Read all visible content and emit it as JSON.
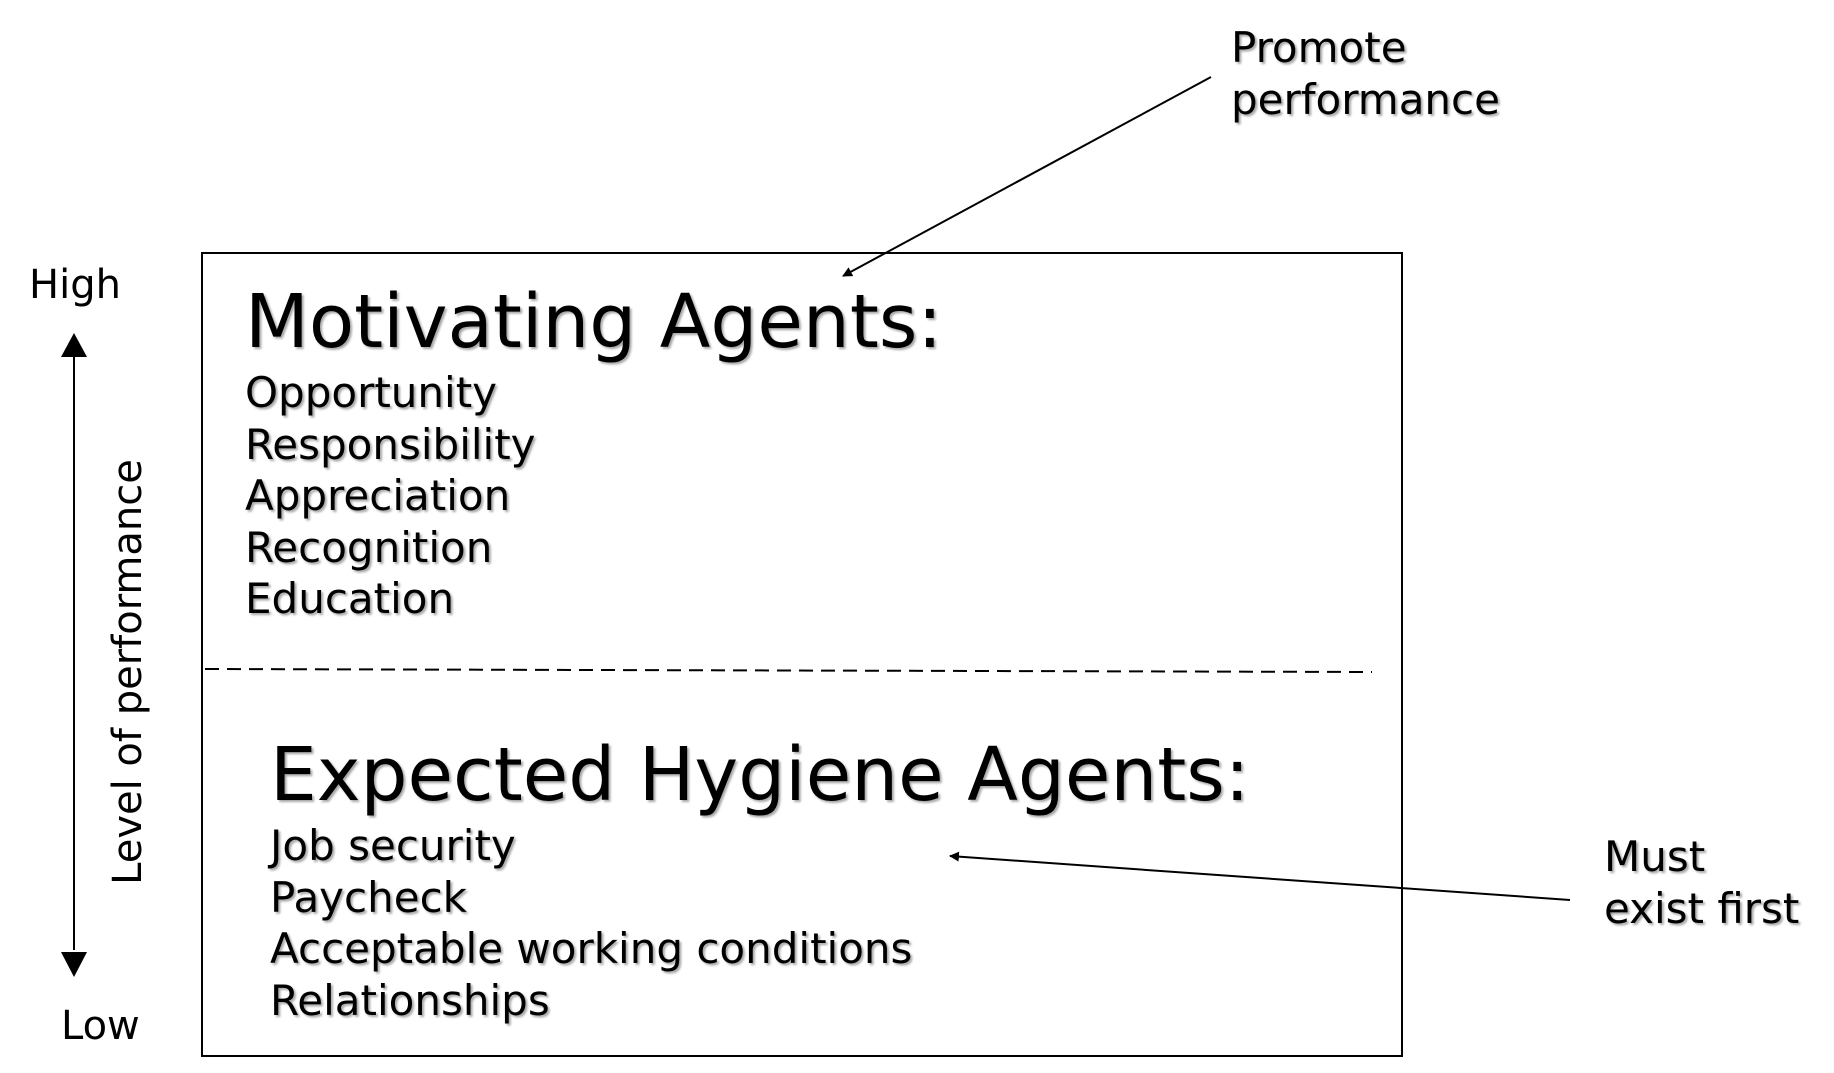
{
  "axis": {
    "high_label": "High",
    "low_label": "Low",
    "title": "Level of performance"
  },
  "annotations": {
    "promote": [
      "Promote",
      "performance"
    ],
    "must_exist": [
      "Must",
      "exist first"
    ]
  },
  "motivating": {
    "heading": "Motivating Agents:",
    "items": [
      "Opportunity",
      "Responsibility",
      "Appreciation",
      "Recognition",
      "Education"
    ]
  },
  "hygiene": {
    "heading": "Expected Hygiene Agents:",
    "items": [
      "Job security",
      "Paycheck",
      "Acceptable working conditions",
      "Relationships"
    ]
  }
}
